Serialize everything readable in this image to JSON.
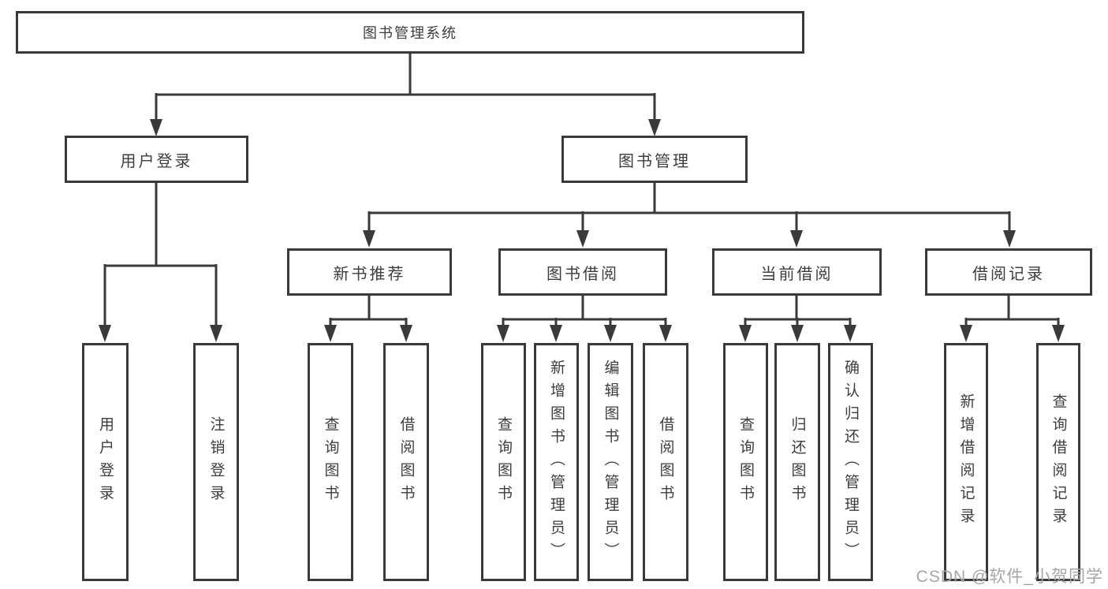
{
  "colors": {
    "line": "#3a3a3a",
    "text": "#3d3d3d",
    "background": "#ffffff",
    "watermark": "#a6a6a6"
  },
  "diagram": {
    "root": {
      "label": "图书管理系统"
    },
    "level2": [
      "用户登录",
      "图书管理"
    ],
    "level3": [
      "新书推荐",
      "图书借阅",
      "当前借阅",
      "借阅记录"
    ],
    "leaves": {
      "user_login": [
        "用户登录",
        "注销登录"
      ],
      "new_book_recommend": [
        "查询图书",
        "借阅图书"
      ],
      "book_borrowing": [
        "查询图书",
        "新增图书（管理员）",
        "编辑图书（管理员）",
        "借阅图书"
      ],
      "current_borrowing": [
        "查询图书",
        "归还图书",
        "确认归还（管理员）"
      ],
      "borrowing_records": [
        "新增借阅记录",
        "查询借阅记录"
      ]
    }
  },
  "watermark": {
    "text": "CSDN @软件_小贺同学"
  }
}
